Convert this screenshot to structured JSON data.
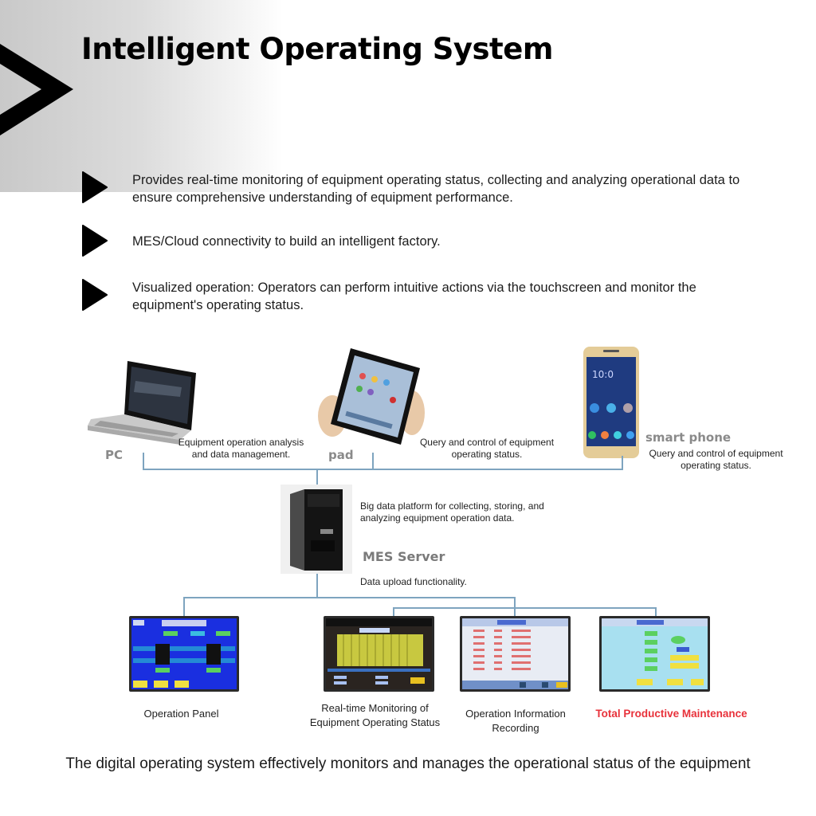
{
  "header": {
    "title": "Intelligent Operating System"
  },
  "bullets": [
    {
      "icon": "play-triangle-icon",
      "text": "Provides real-time monitoring of equipment operating status, collecting and analyzing operational data to ensure comprehensive understanding of equipment performance."
    },
    {
      "icon": "play-triangle-icon",
      "text": "MES/Cloud connectivity to build an intelligent factory."
    },
    {
      "icon": "play-triangle-icon",
      "text": "Visualized operation: Operators can perform intuitive actions via the touchscreen and monitor the equipment's operating status."
    }
  ],
  "diagram": {
    "devices": [
      {
        "name": "PC",
        "icon": "laptop-icon",
        "description": "Equipment operation analysis and data management."
      },
      {
        "name": "pad",
        "icon": "tablet-icon",
        "description": "Query and control of equipment operating status."
      },
      {
        "name": "smart phone",
        "icon": "smartphone-icon",
        "description": "Query and control of equipment operating status."
      }
    ],
    "server": {
      "name": "MES Server",
      "icon": "server-tower-icon",
      "description": "Big data platform for collecting, storing, and analyzing equipment operation data.",
      "upload": "Data upload functionality."
    },
    "screens": [
      {
        "caption": "Operation Panel",
        "icon": "hmi-operation-panel-screen"
      },
      {
        "caption": "Real-time Monitoring of Equipment Operating Status",
        "icon": "hmi-monitoring-chart-screen"
      },
      {
        "caption": "Operation Information Recording",
        "icon": "hmi-records-table-screen"
      },
      {
        "caption": "Total Productive Maintenance",
        "icon": "hmi-maintenance-screen",
        "highlight": true
      }
    ],
    "colors": {
      "connector": "#7ea4bf",
      "highlight": "#e8313a"
    }
  },
  "footer": {
    "text": "The digital operating system effectively monitors and manages the operational status of the equipment"
  }
}
